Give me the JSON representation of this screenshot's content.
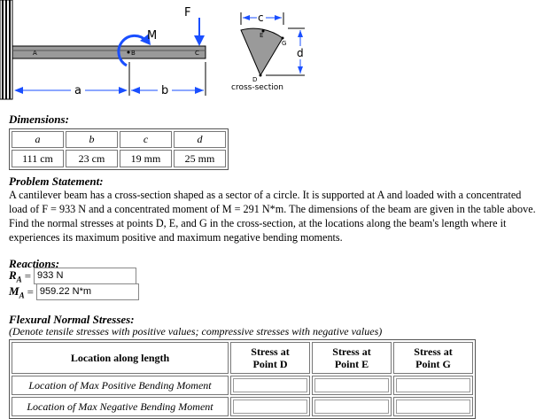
{
  "diagram": {
    "labels": {
      "F": "F",
      "M": "M",
      "A": "A",
      "B": "B",
      "C": "C",
      "a": "a",
      "b": "b",
      "c": "c",
      "d": "d",
      "D": "D",
      "E": "E",
      "G": "G",
      "cross_section": "cross-section"
    }
  },
  "dimensions": {
    "title": "Dimensions:",
    "headers": [
      "a",
      "b",
      "c",
      "d"
    ],
    "values": [
      "111 cm",
      "23 cm",
      "19 mm",
      "25 mm"
    ]
  },
  "problem": {
    "title": "Problem Statement:",
    "text": "A cantilever beam has a cross-section shaped as a sector of a circle. It is supported at A and loaded with a concentrated load of F = 933 N and a concentrated moment of M = 291 N*m. The dimensions of the beam are given in the table above. Find the normal stresses at points D, E, and G in the cross-section, at the locations along the beam's length where it experiences its maximum positive and maximum negative bending moments."
  },
  "reactions": {
    "title": "Reactions:",
    "ra": {
      "symbol": "R",
      "sub": "A",
      "eq": "=",
      "value": "933 N"
    },
    "ma": {
      "symbol": "M",
      "sub": "A",
      "eq": "=",
      "value": "959.22 N*m"
    }
  },
  "stresses": {
    "title": "Flexural Normal Stresses:",
    "note": "(Denote tensile stresses with positive values; compressive stresses with negative values)",
    "header_location": "Location along length",
    "header_d": [
      "Stress at",
      "Point D"
    ],
    "header_e": [
      "Stress at",
      "Point E"
    ],
    "header_g": [
      "Stress at",
      "Point G"
    ],
    "rows": [
      "Location of Max Positive Bending Moment",
      "Location of Max Negative Bending Moment"
    ]
  }
}
